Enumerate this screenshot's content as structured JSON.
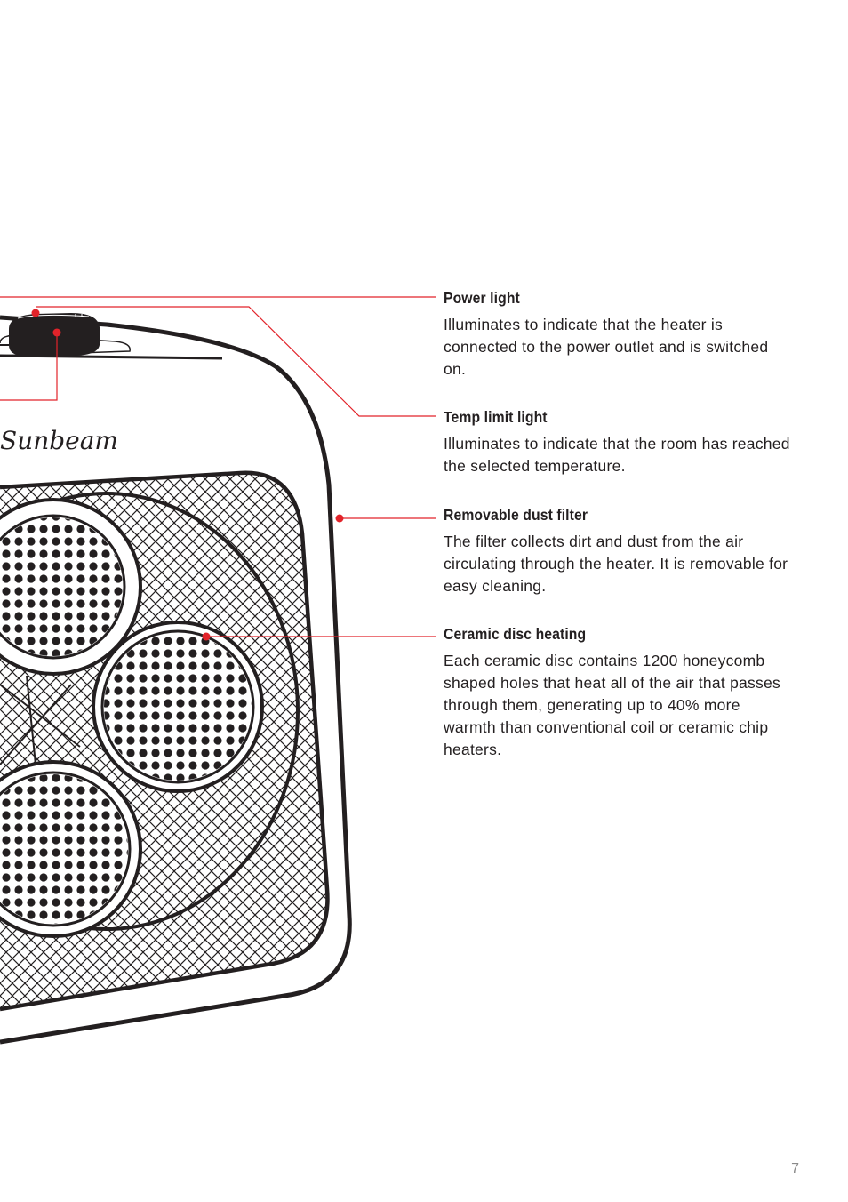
{
  "brand_logo": "Sunbeam",
  "colors": {
    "callout_line": "#e2232a",
    "ink": "#231f20",
    "page_number": "#8a8a8a"
  },
  "callouts": [
    {
      "title": "Power light",
      "description": "Illuminates to indicate that the heater is connected to the power outlet and is switched on."
    },
    {
      "title": "Temp limit light",
      "description": "Illuminates to indicate that the room has reached the selected temperature."
    },
    {
      "title": "Removable dust filter",
      "description": "The filter collects dirt and dust from the air circulating through the heater. It is removable for easy cleaning."
    },
    {
      "title": "Ceramic disc heating",
      "description": "Each ceramic disc contains 1200 honeycomb shaped holes that heat all of the air that passes through them, generating up to 40% more warmth than conventional coil or ceramic chip heaters."
    }
  ],
  "page_number": "7"
}
